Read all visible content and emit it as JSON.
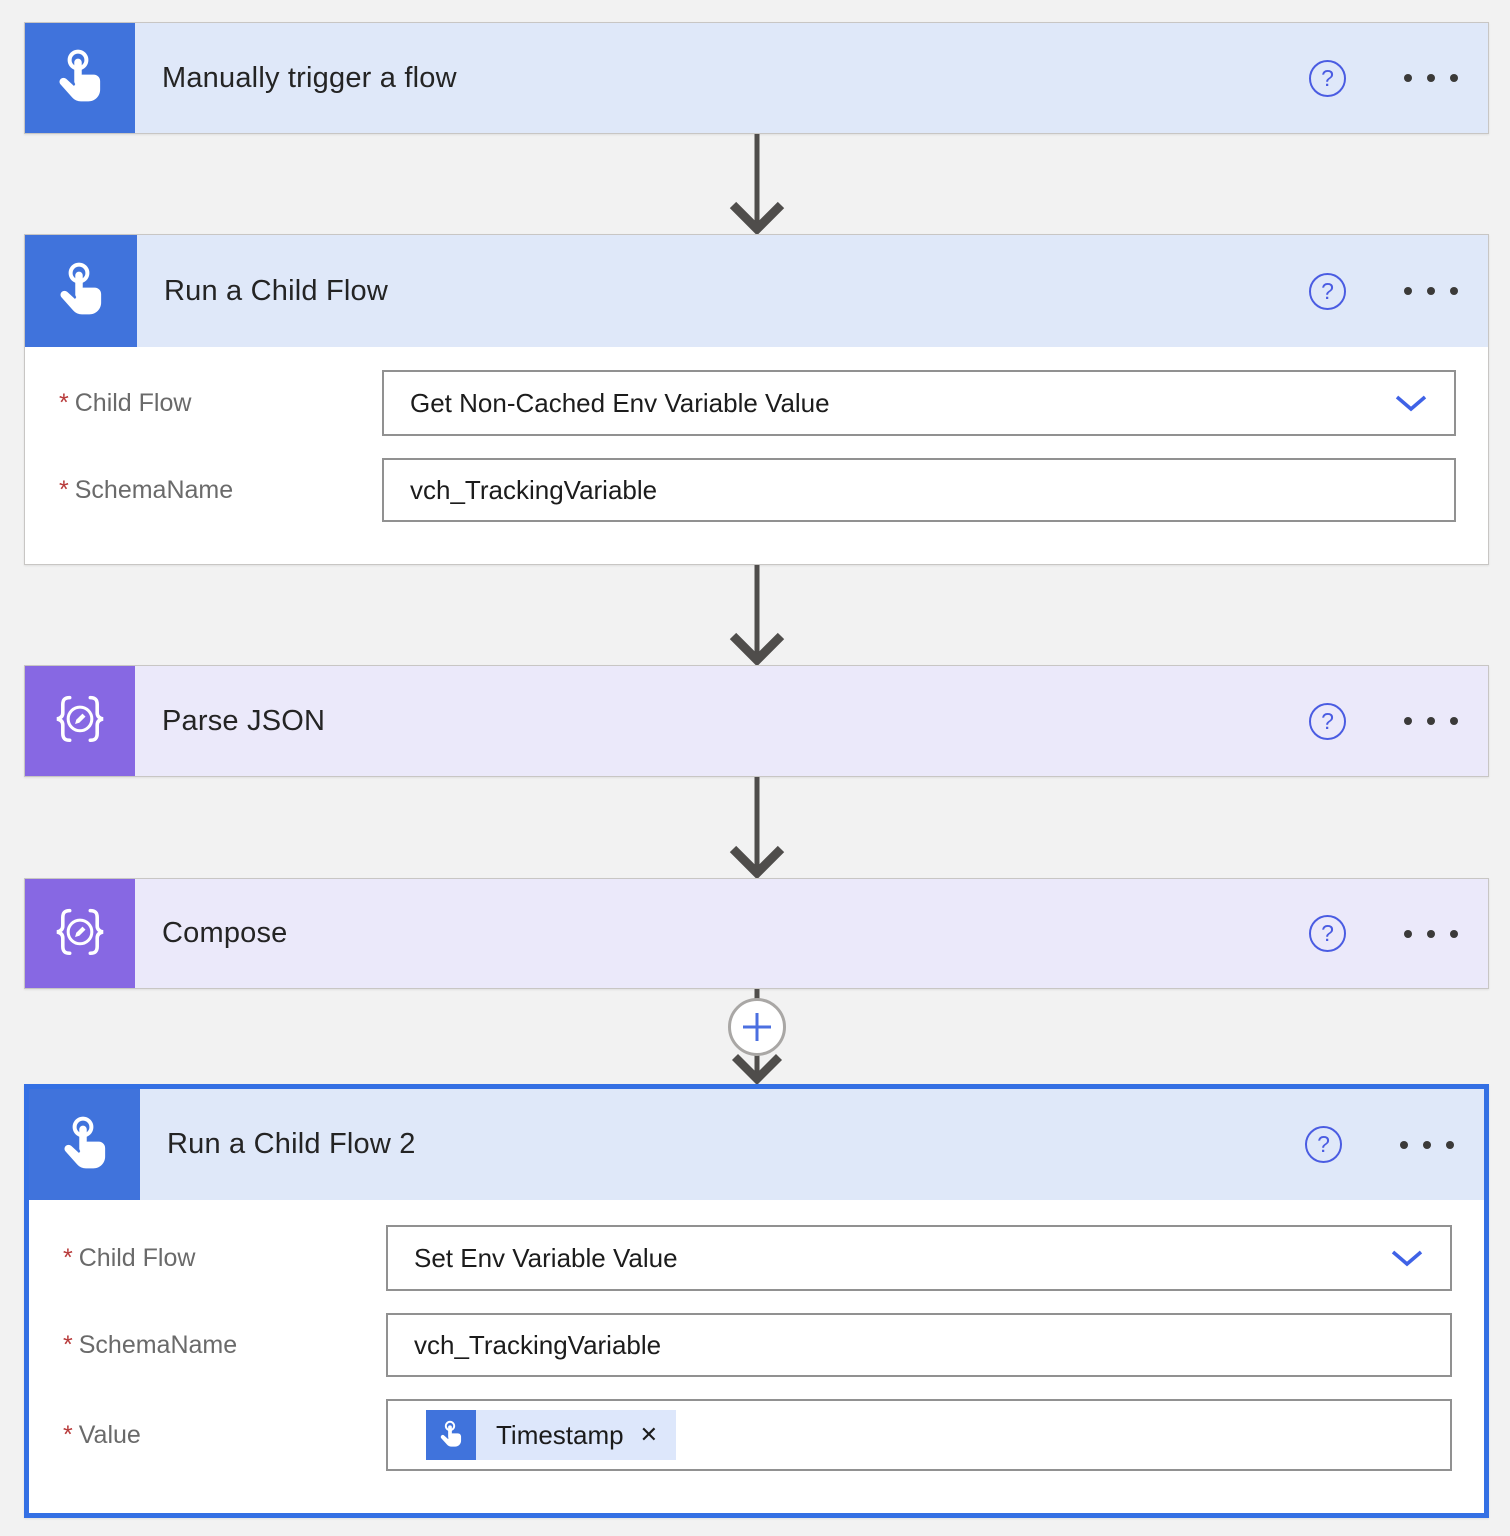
{
  "ui": {
    "required_marker": "*",
    "help_glyph": "?",
    "remove_glyph": "✕"
  },
  "colors": {
    "blue_tile": "#4073dc",
    "blue_header_bg": "#dfe8f9",
    "purple_tile": "#8768e3",
    "purple_header_bg": "#ebe9fa",
    "selected_border": "#3470e4",
    "accent_blue": "#4a5ce2",
    "arrow_gray": "#4f4d4b",
    "required_red": "#b83b3b"
  },
  "nodes": [
    {
      "title": "Manually trigger a flow",
      "icon": "hand-tap-icon",
      "theme": "blue"
    },
    {
      "title": "Run a Child Flow",
      "icon": "hand-tap-icon",
      "theme": "blue",
      "fields": [
        {
          "label": "Child Flow",
          "required": true,
          "type": "dropdown",
          "value": "Get Non-Cached Env Variable Value"
        },
        {
          "label": "SchemaName",
          "required": true,
          "type": "text",
          "value": "vch_TrackingVariable"
        }
      ]
    },
    {
      "title": "Parse JSON",
      "icon": "braces-pencil-icon",
      "theme": "purple"
    },
    {
      "title": "Compose",
      "icon": "braces-pencil-icon",
      "theme": "purple"
    },
    {
      "title": "Run a Child Flow 2",
      "icon": "hand-tap-icon",
      "theme": "blue",
      "selected": true,
      "fields": [
        {
          "label": "Child Flow",
          "required": true,
          "type": "dropdown",
          "value": "Set Env Variable Value"
        },
        {
          "label": "SchemaName",
          "required": true,
          "type": "text",
          "value": "vch_TrackingVariable"
        },
        {
          "label": "Value",
          "required": true,
          "type": "token",
          "token": {
            "label": "Timestamp",
            "icon": "hand-tap-icon"
          }
        }
      ]
    }
  ]
}
